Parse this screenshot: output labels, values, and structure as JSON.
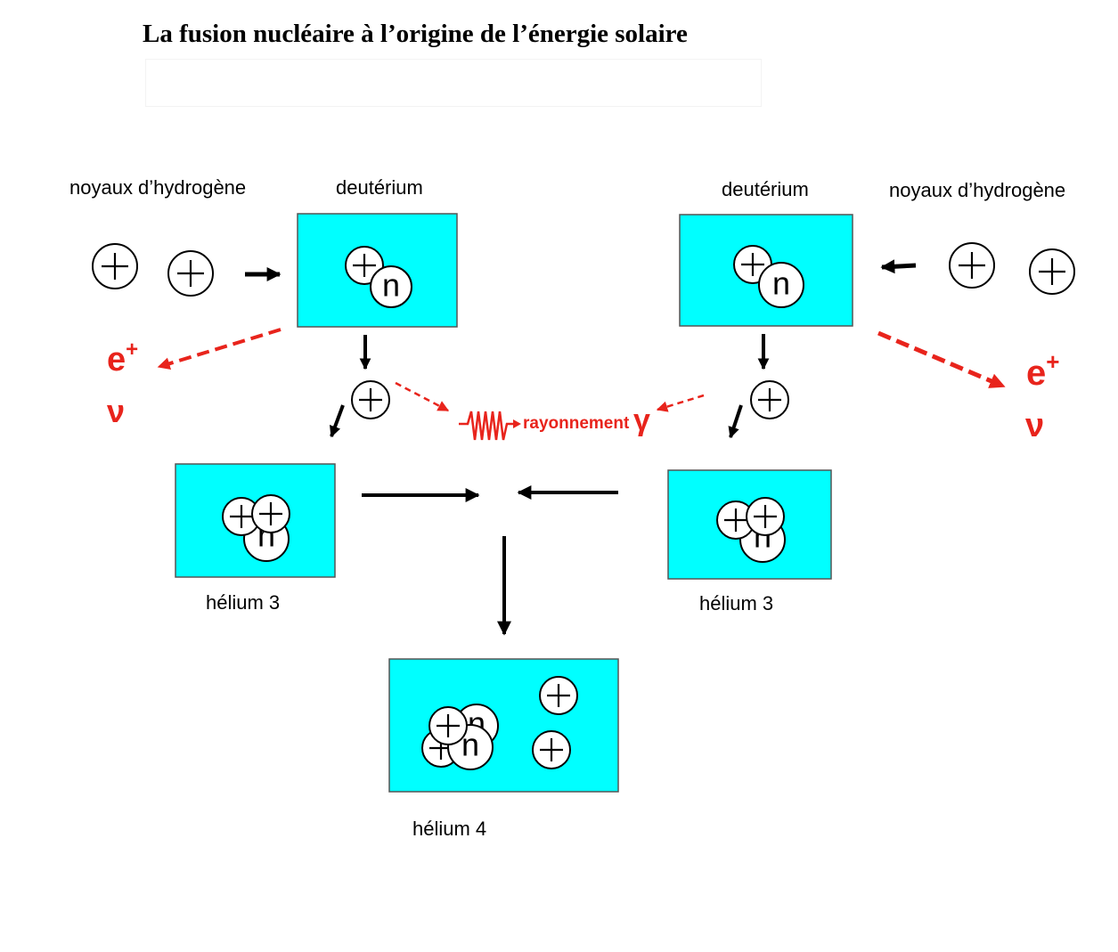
{
  "title": "La fusion nucléaire à l’origine de l’énergie solaire",
  "labels": {
    "hydrogen_left": "noyaux d’hydrogène",
    "hydrogen_right": "noyaux d’hydrogène",
    "deuterium_left": "deutérium",
    "deuterium_right": "deutérium",
    "helium3_left": "hélium 3",
    "helium3_right": "hélium 3",
    "helium4": "hélium 4",
    "radiation": "rayonnement",
    "gamma": "γ",
    "positron_left": "e",
    "positron_right": "e",
    "positron_sup": "+",
    "neutrino_left": "ν",
    "neutrino_right": "ν",
    "neutron": "n"
  },
  "colors": {
    "box_fill": "#00ffff",
    "emission": "#e8241c",
    "arrow": "#000000"
  },
  "icons": {
    "proton": "circle-plus-icon",
    "neutron": "circle-n-icon",
    "gamma_wave": "zigzag-wave-icon"
  }
}
